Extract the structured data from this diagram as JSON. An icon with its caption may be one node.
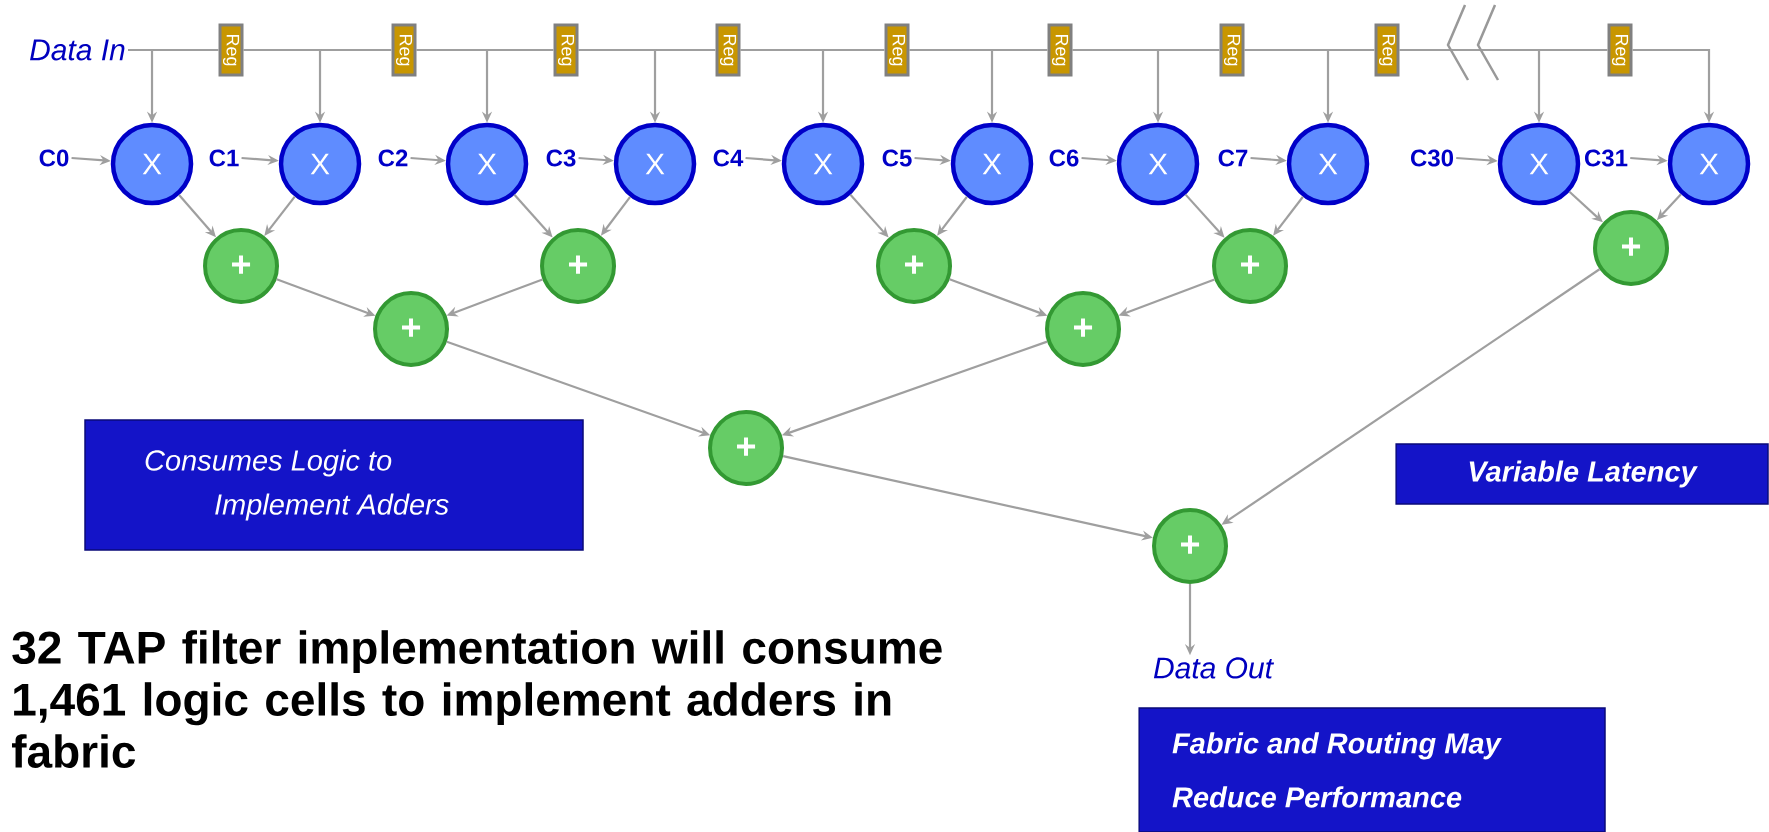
{
  "diagram": {
    "nodes": [
      {
        "text": [
          "Data In"
        ]
      },
      {
        "text": [
          "Reg"
        ]
      },
      {
        "text": [
          "Reg"
        ]
      },
      {
        "text": [
          "Reg"
        ]
      },
      {
        "text": [
          "Reg"
        ]
      },
      {
        "text": [
          "Reg"
        ]
      },
      {
        "text": [
          "Reg"
        ]
      },
      {
        "text": [
          "Reg"
        ]
      },
      {
        "text": [
          "Reg"
        ]
      },
      {
        "text": [
          "Reg"
        ]
      },
      {
        "text": [
          "C0"
        ]
      },
      {
        "text": [
          "X"
        ]
      },
      {
        "text": [
          "C1"
        ]
      },
      {
        "text": [
          "X"
        ]
      },
      {
        "text": [
          "C2"
        ]
      },
      {
        "text": [
          "X"
        ]
      },
      {
        "text": [
          "C3"
        ]
      },
      {
        "text": [
          "X"
        ]
      },
      {
        "text": [
          "C4"
        ]
      },
      {
        "text": [
          "X"
        ]
      },
      {
        "text": [
          "C5"
        ]
      },
      {
        "text": [
          "X"
        ]
      },
      {
        "text": [
          "C6"
        ]
      },
      {
        "text": [
          "X"
        ]
      },
      {
        "text": [
          "C7"
        ]
      },
      {
        "text": [
          "X"
        ]
      },
      {
        "text": [
          "C30"
        ]
      },
      {
        "text": [
          "X"
        ]
      },
      {
        "text": [
          "C31"
        ]
      },
      {
        "text": [
          "X"
        ]
      },
      {
        "text": [
          "+"
        ]
      },
      {
        "text": [
          "+"
        ]
      },
      {
        "text": [
          "+"
        ]
      },
      {
        "text": [
          "+"
        ]
      },
      {
        "text": [
          "+"
        ]
      },
      {
        "text": [
          "+"
        ]
      },
      {
        "text": [
          "+"
        ]
      },
      {
        "text": [
          "+"
        ]
      },
      {
        "text": [
          "+"
        ]
      },
      {
        "text": [
          "Consumes Logic to Implement Adders"
        ]
      },
      {
        "text": [
          "Variable Latency"
        ]
      },
      {
        "text": [
          "Data Out"
        ]
      },
      {
        "text": [
          "Fabric and Routing May Reduce Performance"
        ]
      }
    ],
    "edges": [
      {
        "from": 0,
        "to": 1,
        "arrow": "none"
      },
      {
        "from": 1,
        "to": 2,
        "arrow": "none"
      },
      {
        "from": 2,
        "to": 3,
        "arrow": "none"
      },
      {
        "from": 3,
        "to": 4,
        "arrow": "none"
      },
      {
        "from": 4,
        "to": 5,
        "arrow": "none"
      },
      {
        "from": 5,
        "to": 6,
        "arrow": "none"
      },
      {
        "from": 6,
        "to": 7,
        "arrow": "none"
      },
      {
        "from": 7,
        "to": 8,
        "arrow": "none"
      },
      {
        "from": 8,
        "to": 9,
        "arrow": "none"
      },
      {
        "from": 0,
        "to": 11,
        "arrow": "to"
      },
      {
        "from": 1,
        "to": 13,
        "arrow": "to"
      },
      {
        "from": 2,
        "to": 15,
        "arrow": "to"
      },
      {
        "from": 3,
        "to": 17,
        "arrow": "to"
      },
      {
        "from": 4,
        "to": 19,
        "arrow": "to"
      },
      {
        "from": 5,
        "to": 21,
        "arrow": "to"
      },
      {
        "from": 6,
        "to": 23,
        "arrow": "to"
      },
      {
        "from": 7,
        "to": 25,
        "arrow": "to"
      },
      {
        "from": 8,
        "to": 27,
        "arrow": "to"
      },
      {
        "from": 9,
        "to": 29,
        "arrow": "to"
      },
      {
        "from": 10,
        "to": 11,
        "arrow": "to"
      },
      {
        "from": 12,
        "to": 13,
        "arrow": "to"
      },
      {
        "from": 14,
        "to": 15,
        "arrow": "to"
      },
      {
        "from": 16,
        "to": 17,
        "arrow": "to"
      },
      {
        "from": 18,
        "to": 19,
        "arrow": "to"
      },
      {
        "from": 20,
        "to": 21,
        "arrow": "to"
      },
      {
        "from": 22,
        "to": 23,
        "arrow": "to"
      },
      {
        "from": 24,
        "to": 25,
        "arrow": "to"
      },
      {
        "from": 26,
        "to": 27,
        "arrow": "to"
      },
      {
        "from": 28,
        "to": 29,
        "arrow": "to"
      },
      {
        "from": 11,
        "to": 30,
        "arrow": "to"
      },
      {
        "from": 13,
        "to": 30,
        "arrow": "to"
      },
      {
        "from": 15,
        "to": 31,
        "arrow": "to"
      },
      {
        "from": 17,
        "to": 31,
        "arrow": "to"
      },
      {
        "from": 19,
        "to": 32,
        "arrow": "to"
      },
      {
        "from": 21,
        "to": 32,
        "arrow": "to"
      },
      {
        "from": 23,
        "to": 33,
        "arrow": "to"
      },
      {
        "from": 25,
        "to": 33,
        "arrow": "to"
      },
      {
        "from": 27,
        "to": 34,
        "arrow": "to"
      },
      {
        "from": 29,
        "to": 34,
        "arrow": "to"
      },
      {
        "from": 30,
        "to": 35,
        "arrow": "to"
      },
      {
        "from": 31,
        "to": 35,
        "arrow": "to"
      },
      {
        "from": 32,
        "to": 36,
        "arrow": "to"
      },
      {
        "from": 33,
        "to": 36,
        "arrow": "to"
      },
      {
        "from": 35,
        "to": 37,
        "arrow": "to"
      },
      {
        "from": 36,
        "to": 37,
        "arrow": "to"
      },
      {
        "from": 37,
        "to": 38,
        "arrow": "to"
      },
      {
        "from": 34,
        "to": 38,
        "arrow": "to"
      },
      {
        "from": 38,
        "to": 41,
        "arrow": "to"
      }
    ],
    "labels": [
      "32 TAP filter implementation will consume 1,461 logic cells to implement adders in fabric"
    ]
  }
}
